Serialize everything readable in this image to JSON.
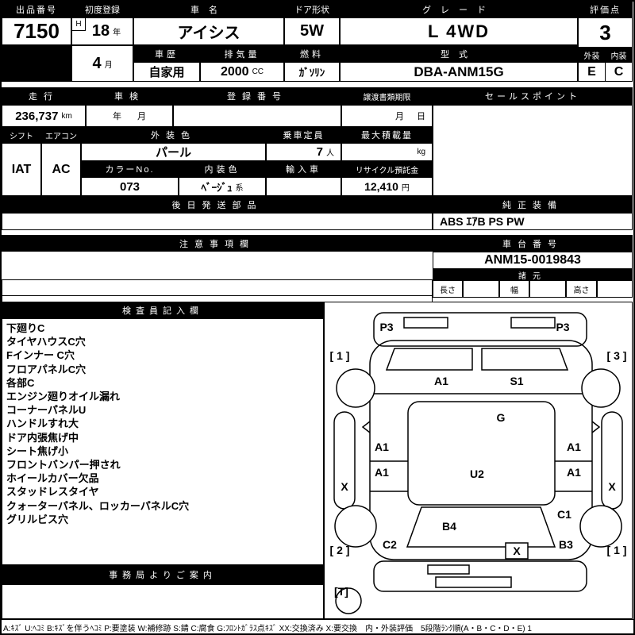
{
  "colors": {
    "header_bg": "#000000",
    "line": "#000000",
    "paper": "#ffffff"
  },
  "top": {
    "exhibit_no_label": "出品番号",
    "exhibit_no": "7150",
    "first_reg_label": "初度登録",
    "first_reg_era": "H",
    "first_reg_year": "18",
    "first_reg_year_unit": "年",
    "first_reg_month": "4",
    "first_reg_month_unit": "月",
    "car_name_label": "車名",
    "car_name": "アイシス",
    "door_label": "ドア形状",
    "door": "5W",
    "grade_label": "グレード",
    "grade": "L 4WD",
    "score_label": "評価点",
    "score": "3",
    "exterior_label": "外装",
    "interior_label": "内装",
    "exterior_grade": "E",
    "interior_grade": "C",
    "history_label": "車歴",
    "history": "自家用",
    "displacement_label": "排気量",
    "displacement": "2000",
    "displacement_unit": "CC",
    "fuel_label": "燃料",
    "fuel": "ｶﾞｿﾘﾝ",
    "model_label": "型式",
    "model": "DBA-ANM15G"
  },
  "registration": {
    "mileage_label": "走行",
    "mileage": "236,737",
    "mileage_unit": "km",
    "shaken_label": "車検",
    "shaken_year_unit": "年",
    "shaken_month_unit": "月",
    "reg_no_label": "登録番号",
    "transfer_limit_label": "譲渡書類期限",
    "transfer_month_unit": "月",
    "transfer_day_unit": "日",
    "sales_point_label": "セールスポイント"
  },
  "spec": {
    "shift_label": "シフト",
    "shift": "IAT",
    "aircon_label": "エアコン",
    "aircon": "AC",
    "exterior_color_label": "外装色",
    "exterior_color": "パール",
    "capacity_label": "乗車定員",
    "capacity": "7",
    "capacity_unit": "人",
    "max_load_label": "最大積載量",
    "max_load_unit": "kg",
    "color_no_label": "カラーNo.",
    "color_no": "073",
    "interior_color_label": "内装色",
    "interior_color": "ﾍﾞｰｼﾞｭ",
    "interior_color_suffix": "系",
    "import_label": "輸入車",
    "recycle_label": "リサイクル預託金",
    "recycle_fee": "12,410",
    "recycle_fee_unit": "円"
  },
  "later_parts": {
    "label": "後日発送部品"
  },
  "equipment": {
    "label": "純正装備",
    "value": "ABS ｴｱB PS PW"
  },
  "notes": {
    "label": "注意事項欄"
  },
  "chassis": {
    "label": "車台番号",
    "number": "ANM15-0019843"
  },
  "dimensions": {
    "label": "諸元",
    "length_label": "長さ",
    "width_label": "幅",
    "height_label": "高さ"
  },
  "inspector": {
    "label": "検査員記入欄",
    "items": [
      "下廻りC",
      "タイヤハウスC穴",
      "Fインナー C穴",
      "フロアパネルC穴",
      "各部C",
      "エンジン廻りオイル漏れ",
      "コーナーパネルU",
      "ハンドルすれ大",
      "ドア内張焦げ中",
      "シート焦げ小",
      "フロントバンパー押され",
      "ホイールカバー欠品",
      "スタッドレスタイヤ",
      "クォーターパネル、ロッカーパネルC穴",
      "グリルビス穴"
    ]
  },
  "office": {
    "label": "事務局よりご案内"
  },
  "diagram": {
    "labels": {
      "p3_left": "P3",
      "p3_right": "P3",
      "corner_tl": "[ 1 ]",
      "corner_tr": "[ 3 ]",
      "a1_rear": "A1",
      "s1": "S1",
      "g": "G",
      "a1_left_upper": "A1",
      "a1_right_upper": "A1",
      "a1_left_lower": "A1",
      "u2": "U2",
      "a1_right_lower": "A1",
      "x_left": "X",
      "x_right": "X",
      "c1": "C1",
      "b4": "B4",
      "c2": "C2",
      "b3": "B3",
      "x_front": "X",
      "corner_bl": "[ 2 ]",
      "corner_br": "[ 1 ]",
      "spare": "[T]"
    }
  },
  "legend": "A:ｷｽﾞ U:ﾍｺﾐ B:ｷｽﾞを伴うﾍｺﾐ P:要塗装 W:補修跡 S:錆 C:腐食 G:ﾌﾛﾝﾄｶﾞﾗｽ点ｷｽﾞ XX:交換済み X:要交換　内・外装評価　5段階ﾗﾝｸ順(A・B・C・D・E) 1"
}
